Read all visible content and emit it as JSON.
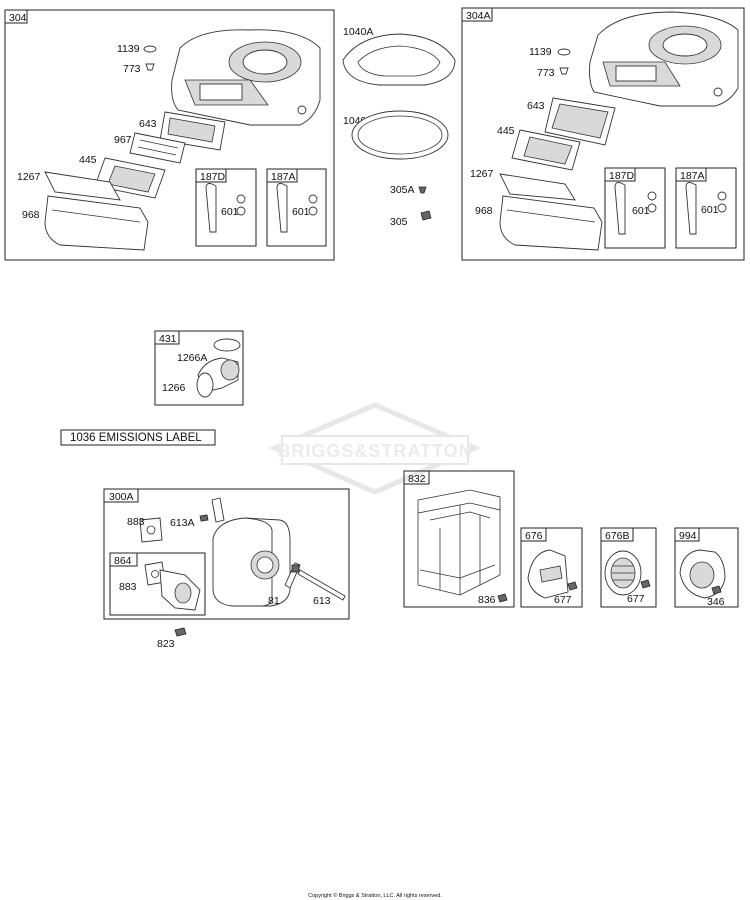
{
  "title": "",
  "assemblies": {
    "a304": {
      "box": "304",
      "parts": [
        "1139",
        "773",
        "643",
        "967",
        "445",
        "1267",
        "968"
      ],
      "sub": [
        "187D",
        "601",
        "187A",
        "601"
      ]
    },
    "a304A": {
      "box": "304A",
      "parts": [
        "1139",
        "773",
        "643",
        "445",
        "1267",
        "968"
      ],
      "sub": [
        "187D",
        "601",
        "187A",
        "601"
      ]
    },
    "loose": [
      "1040A",
      "1040",
      "305A",
      "305"
    ],
    "a431": {
      "box": "431",
      "parts": [
        "1266A",
        "1266"
      ]
    },
    "emissions": "1036 EMISSIONS LABEL",
    "a300A": {
      "box": "300A",
      "parts": [
        "883",
        "613A",
        "81",
        "613"
      ],
      "sub": {
        "box": "864",
        "parts": [
          "883"
        ]
      }
    },
    "loose2": [
      "823"
    ],
    "a832": {
      "box": "832",
      "parts": [
        "836"
      ]
    },
    "a676": {
      "box": "676",
      "parts": [
        "677"
      ]
    },
    "a676B": {
      "box": "676B",
      "parts": [
        "677"
      ]
    },
    "a994": {
      "box": "994",
      "parts": [
        "346"
      ]
    }
  },
  "watermark": "BRIGGS&STRATTON",
  "copyright": "Copyright © Briggs & Stratton, LLC. All rights reserved."
}
